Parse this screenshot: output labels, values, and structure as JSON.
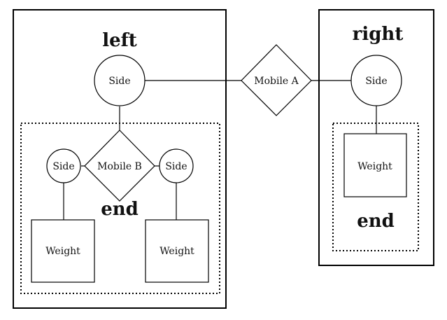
{
  "left_panel": {
    "title": "left",
    "side_node": "Side",
    "inner_group": {
      "title": "end",
      "mobile_node": "Mobile B",
      "left_side_node": "Side",
      "right_side_node": "Side",
      "left_weight_node": "Weight",
      "right_weight_node": "Weight"
    }
  },
  "center_node": "Mobile A",
  "right_panel": {
    "title": "right",
    "side_node": "Side",
    "inner_group": {
      "title": "end",
      "weight_node": "Weight"
    }
  }
}
